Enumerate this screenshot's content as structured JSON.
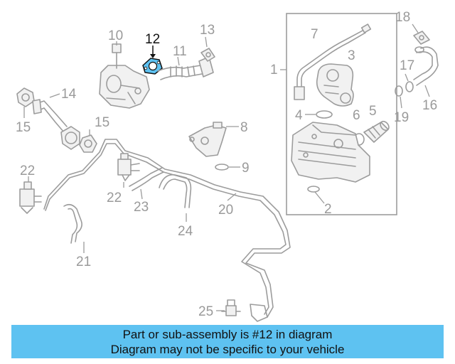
{
  "diagram": {
    "highlighted_part": "12",
    "part_numbers": [
      "1",
      "2",
      "3",
      "4",
      "5",
      "6",
      "7",
      "8",
      "9",
      "10",
      "11",
      "12",
      "13",
      "14",
      "15",
      "15",
      "16",
      "17",
      "18",
      "19",
      "20",
      "21",
      "22",
      "22",
      "23",
      "24",
      "25"
    ],
    "highlight_color": "#5ec2f1"
  },
  "banner": {
    "line1": "Part or sub-assembly is #12 in diagram",
    "line2": "Diagram may not be specific to your vehicle",
    "background": "#5ec2f1"
  }
}
